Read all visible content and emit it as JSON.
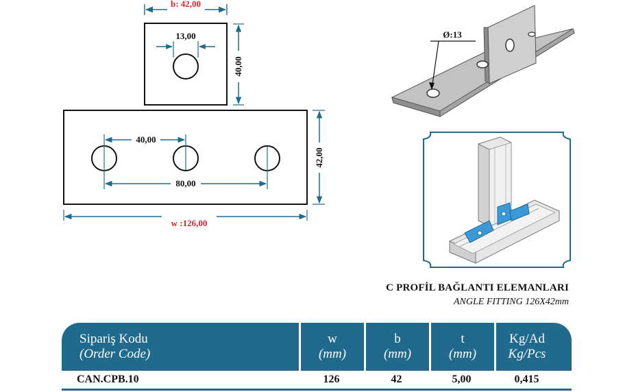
{
  "drawing": {
    "b_label": "b: 42,00",
    "hole_label": "13,00",
    "height_label": "40,00",
    "spacing_label": "40,00",
    "span_label": "80,00",
    "width_label": "w :126,00",
    "base_height_label": "42,00",
    "diameter_label": "Ø:13"
  },
  "caption": {
    "title_tr": "C PROFİL BAĞLANTI ELEMANLARI",
    "title_en": "ANGLE FITTING 126X42mm"
  },
  "table": {
    "headers": [
      {
        "tr": "Sipariş Kodu",
        "en": "(Order Code)"
      },
      {
        "tr": "w",
        "en": "(mm)"
      },
      {
        "tr": "b",
        "en": "(mm)"
      },
      {
        "tr": "t",
        "en": "(mm)"
      },
      {
        "tr": "Kg/Ad",
        "en": "Kg/Pcs"
      }
    ],
    "row": {
      "code": "CAN.CPB.10",
      "w": "126",
      "b": "42",
      "t": "5,00",
      "kg": "0,415"
    }
  },
  "colors": {
    "dimension_blue": "#1f6a8d",
    "dimension_red": "#d8262c",
    "plate_gray": "#b4b4b4",
    "accent_blue": "#3a9ad9"
  }
}
